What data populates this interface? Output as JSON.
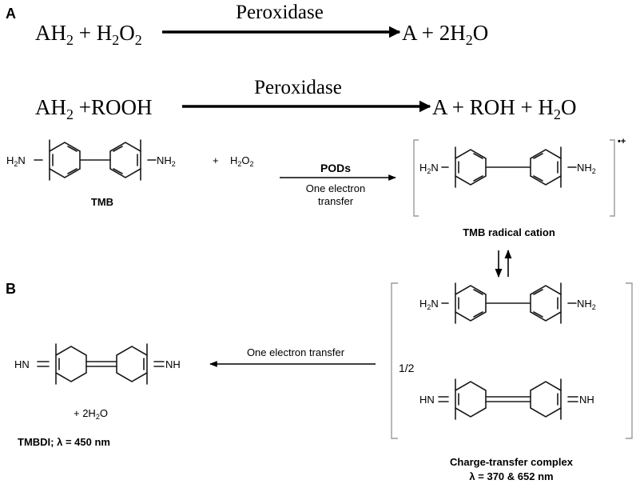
{
  "panel_labels": {
    "a": "A",
    "b": "B"
  },
  "equation1": {
    "lhs_a": "AH",
    "lhs_a_sub": "2",
    "lhs_plus": " + ",
    "lhs_h": "H",
    "lhs_h_sub1": "2",
    "lhs_o": "O",
    "lhs_o_sub2": "2",
    "enzyme": "Peroxidase",
    "rhs_a": "A + 2H",
    "rhs_sub": "2",
    "rhs_o": "O"
  },
  "equation2": {
    "lhs_a": "AH",
    "lhs_a_sub": "2",
    "lhs_rest": " +ROOH",
    "enzyme": "Peroxidase",
    "rhs_a": "A + ROH + H",
    "rhs_sub": "2",
    "rhs_o": "O"
  },
  "reaction1": {
    "plus": "+",
    "h2o2_h": "H",
    "h2o2_sub1": "2",
    "h2o2_o": "O",
    "h2o2_sub2": "2",
    "enzyme": "PODs",
    "condition_line1": "One electron",
    "condition_line2": "transfer",
    "charge": "•+"
  },
  "labels": {
    "tmb": "TMB",
    "tmb_radical": "TMB radical cation",
    "one_electron_transfer": "One electron transfer",
    "half": "1/2",
    "plus_water": "+  2H",
    "plus_water_sub": "2",
    "plus_water_o": "O",
    "tmbdi_name": "TMBDI; ",
    "tmbdi_lambda": "λ = 450 nm",
    "ctc_title": "Charge-transfer complex",
    "ctc_lambda": "λ = 370 & 652 nm"
  },
  "groups": {
    "nh2_h": "H",
    "nh2_sub": "2",
    "nh2_n": "N",
    "nh2r_n": "NH",
    "nh2r_sub": "2",
    "hn": "HN",
    "nh": "NH"
  }
}
